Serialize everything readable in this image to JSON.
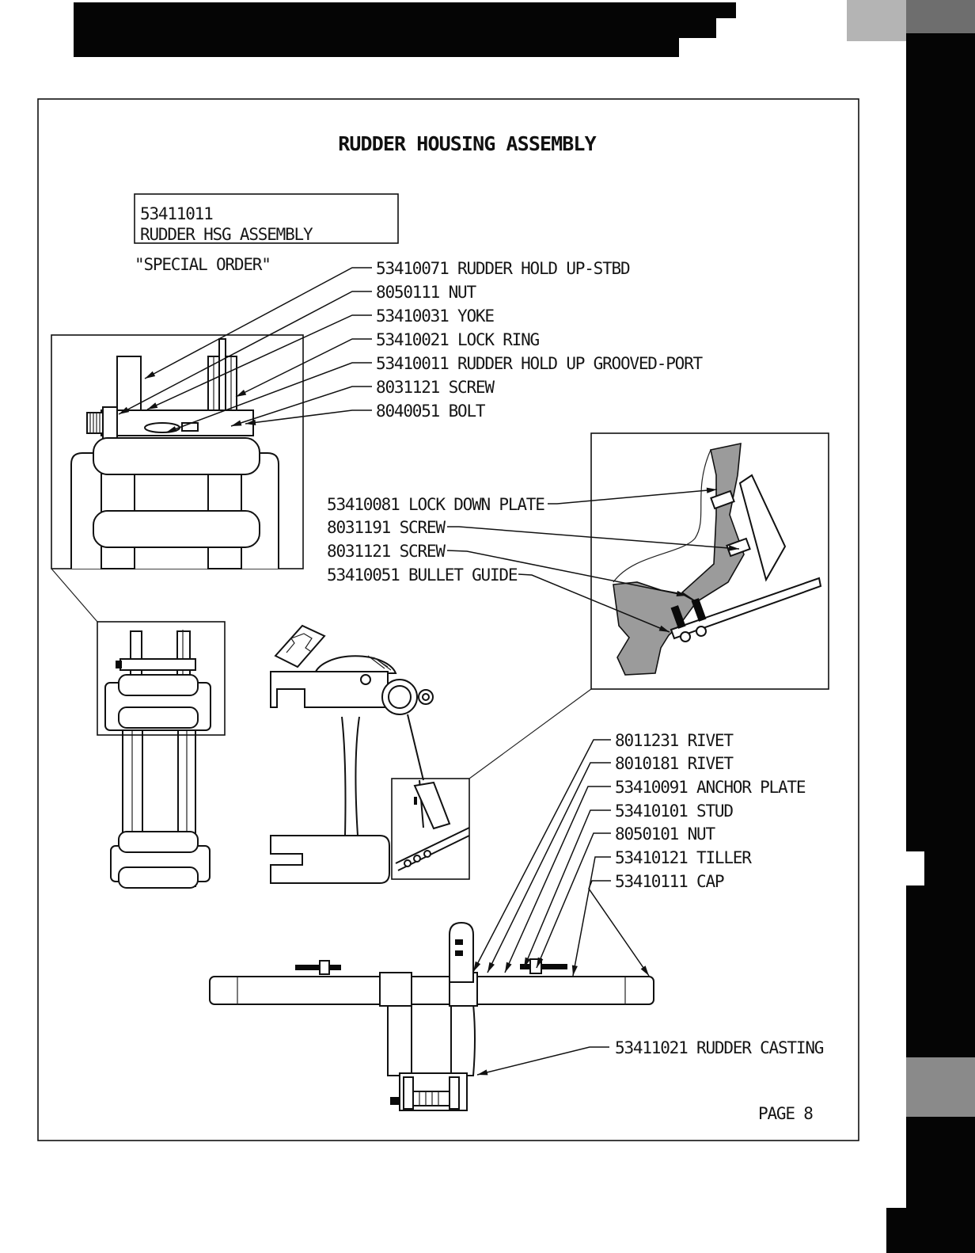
{
  "document": {
    "title": "RUDDER HOUSING ASSEMBLY",
    "assembly": {
      "part_number": "53411011",
      "description": "RUDDER HSG ASSEMBLY"
    },
    "note": "\"SPECIAL ORDER\"",
    "page_label": "PAGE 8"
  },
  "callouts": {
    "housing": [
      {
        "part": "53410071",
        "description": "RUDDER HOLD UP-STBD"
      },
      {
        "part": "8050111",
        "description": "NUT"
      },
      {
        "part": "53410031",
        "description": "YOKE"
      },
      {
        "part": "53410021",
        "description": "LOCK RING"
      },
      {
        "part": "53410011",
        "description": "RUDDER HOLD UP GROOVED-PORT"
      },
      {
        "part": "8031121",
        "description": "SCREW"
      },
      {
        "part": "8040051",
        "description": "BOLT"
      }
    ],
    "lock_down": [
      {
        "part": "53410081",
        "description": "LOCK DOWN PLATE"
      },
      {
        "part": "8031191",
        "description": "SCREW"
      },
      {
        "part": "8031121",
        "description": "SCREW"
      },
      {
        "part": "53410051",
        "description": "BULLET GUIDE"
      }
    ],
    "tiller": [
      {
        "part": "8011231",
        "description": "RIVET"
      },
      {
        "part": "8010181",
        "description": "RIVET"
      },
      {
        "part": "53410091",
        "description": "ANCHOR PLATE"
      },
      {
        "part": "53410101",
        "description": "STUD"
      },
      {
        "part": "8050101",
        "description": "NUT"
      },
      {
        "part": "53410121",
        "description": "TILLER"
      },
      {
        "part": "53410111",
        "description": "CAP"
      }
    ],
    "casting": {
      "part": "53411021",
      "description": "RUDDER CASTING"
    }
  },
  "colors": {
    "ink": "#111111",
    "redaction": "#050505",
    "paper": "#ffffff"
  }
}
